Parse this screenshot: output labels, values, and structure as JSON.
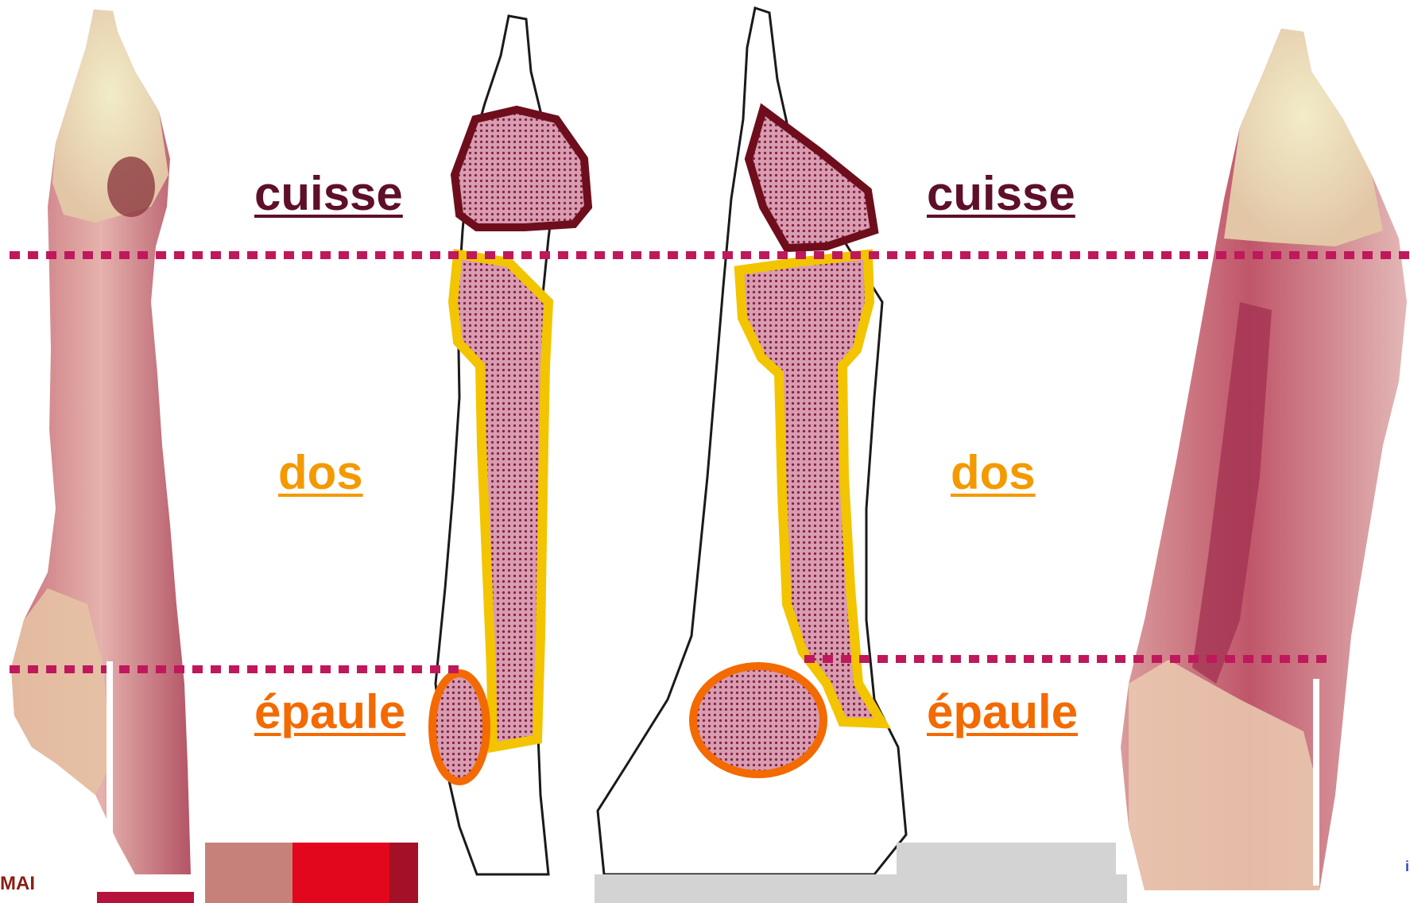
{
  "labels": {
    "left": {
      "thigh": "cuisse",
      "back": "dos",
      "shoulder": "épaule"
    },
    "right": {
      "thigh": "cuisse",
      "back": "dos",
      "shoulder": "épaule"
    }
  },
  "corner_text": {
    "bottom_left": "MAI",
    "bottom_right": "i"
  },
  "colors": {
    "thigh_label": "#5e1028",
    "back_label": "#f39a00",
    "shoulder_label": "#f36a00",
    "divider": "#c0185c",
    "thigh_outline": "#6e0e1c",
    "back_outline": "#f3c400",
    "shoulder_outline": "#f36a00",
    "muscle_fill": "#c98aa0",
    "meat_light": "#e8b7b0",
    "meat_dark": "#b54a5e",
    "fat": "#efe6c4"
  },
  "legend_blocks": [
    "#c6827a",
    "#e2071c",
    "#a41025"
  ]
}
